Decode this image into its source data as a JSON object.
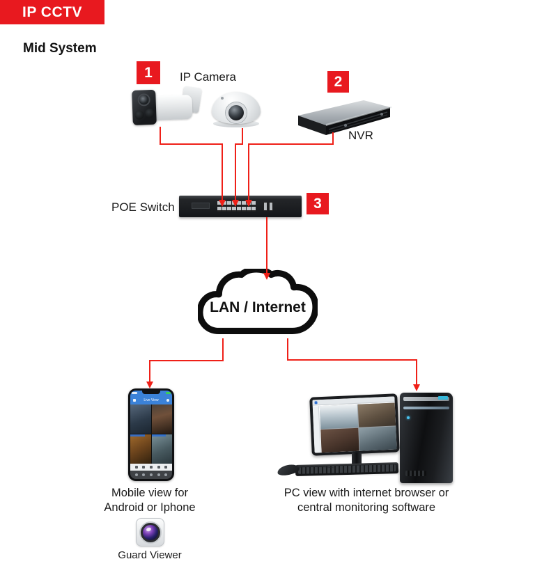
{
  "colors": {
    "accent_red": "#e8191f",
    "line_red": "#ef2018",
    "phone_blue": "#3b82d8"
  },
  "header": {
    "banner": "IP CCTV",
    "subtitle": "Mid System"
  },
  "badges": {
    "cameras": "1",
    "nvr": "2",
    "switch": "3"
  },
  "labels": {
    "ip_camera": "IP Camera",
    "nvr": "NVR",
    "poe_switch": "POE Switch",
    "cloud": "LAN / Internet"
  },
  "mobile": {
    "caption_line1": "Mobile view for",
    "caption_line2": "Android or Iphone",
    "screen_title": "Live View",
    "app_name": "Guard Viewer"
  },
  "pc": {
    "caption_line1": "PC view with internet browser or",
    "caption_line2": "central monitoring software"
  },
  "icons": {
    "devices": [
      "bullet-camera",
      "dome-camera",
      "nvr-recorder",
      "poe-switch",
      "internet-cloud",
      "smartphone",
      "desktop-pc",
      "guard-viewer-app"
    ]
  }
}
